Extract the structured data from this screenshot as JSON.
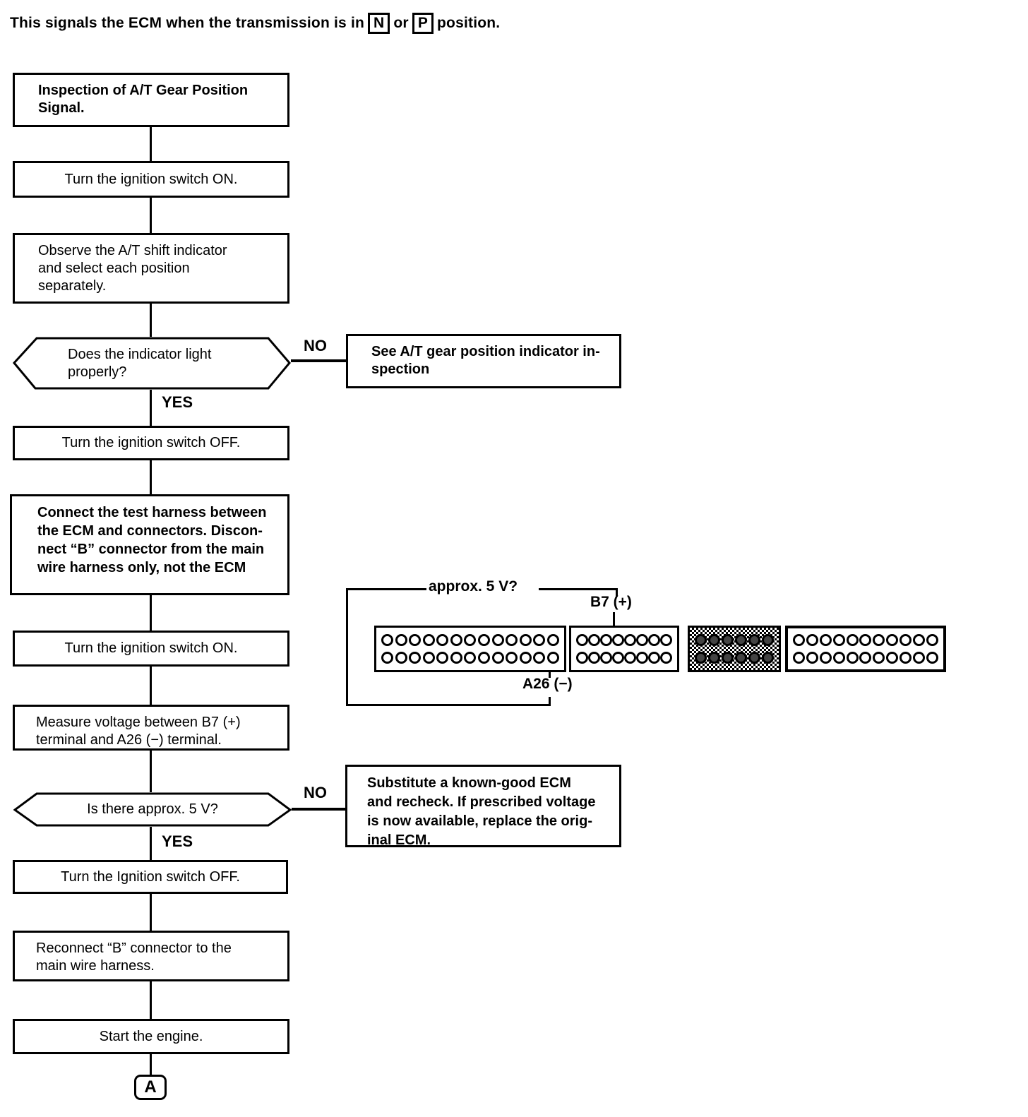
{
  "intro": {
    "text_before": "This signals the ECM when the transmission is in",
    "boxed_n": "N",
    "or_text": "or",
    "boxed_p": "P",
    "text_after": "position."
  },
  "flowchart": {
    "start": "Inspection of A/T Gear Position\nSignal.",
    "ignition_on_1": "Turn the ignition switch ON.",
    "observe": "Observe the A/T shift indicator\nand select each position\nseparately.",
    "decision_indicator": "Does the indicator light\nproperly?",
    "no_label": "NO",
    "yes_label": "YES",
    "ref_indicator": "See A/T gear position indicator in-\nspection",
    "ignition_off_1": "Turn the ignition switch OFF.",
    "connect_harness": "Connect the test harness between\nthe ECM and connectors. Discon-\nnect “B” connector from the main\nwire harness only, not the ECM",
    "ignition_on_2": "Turn the ignition switch ON.",
    "measure_voltage": "Measure voltage between B7 (+)\nterminal and A26 (−) terminal.",
    "decision_voltage": "Is there approx. 5 V?",
    "ref_ecm": "Substitute a known-good ECM\nand recheck. If prescribed voltage\nis now available, replace the orig-\ninal ECM.",
    "ignition_off_2": "Turn the Ignition switch OFF.",
    "reconnect": "Reconnect “B” connector to the\nmain wire harness.",
    "start_engine": "Start the engine.",
    "continuation": "A"
  },
  "connector_diagram": {
    "voltage_label": "approx. 5 V?",
    "positive_terminal": "B7 (+)",
    "negative_terminal": "A26 (−)",
    "blocks": [
      {
        "pins_per_row": 13,
        "rows": 2,
        "hatched": false
      },
      {
        "pins_per_row": 8,
        "rows": 2,
        "hatched": false
      },
      {
        "pins_per_row": 6,
        "rows": 2,
        "hatched": true
      },
      {
        "pins_per_row": 11,
        "rows": 2,
        "hatched": false
      }
    ]
  },
  "colors": {
    "ink": "#000000",
    "paper": "#ffffff"
  }
}
